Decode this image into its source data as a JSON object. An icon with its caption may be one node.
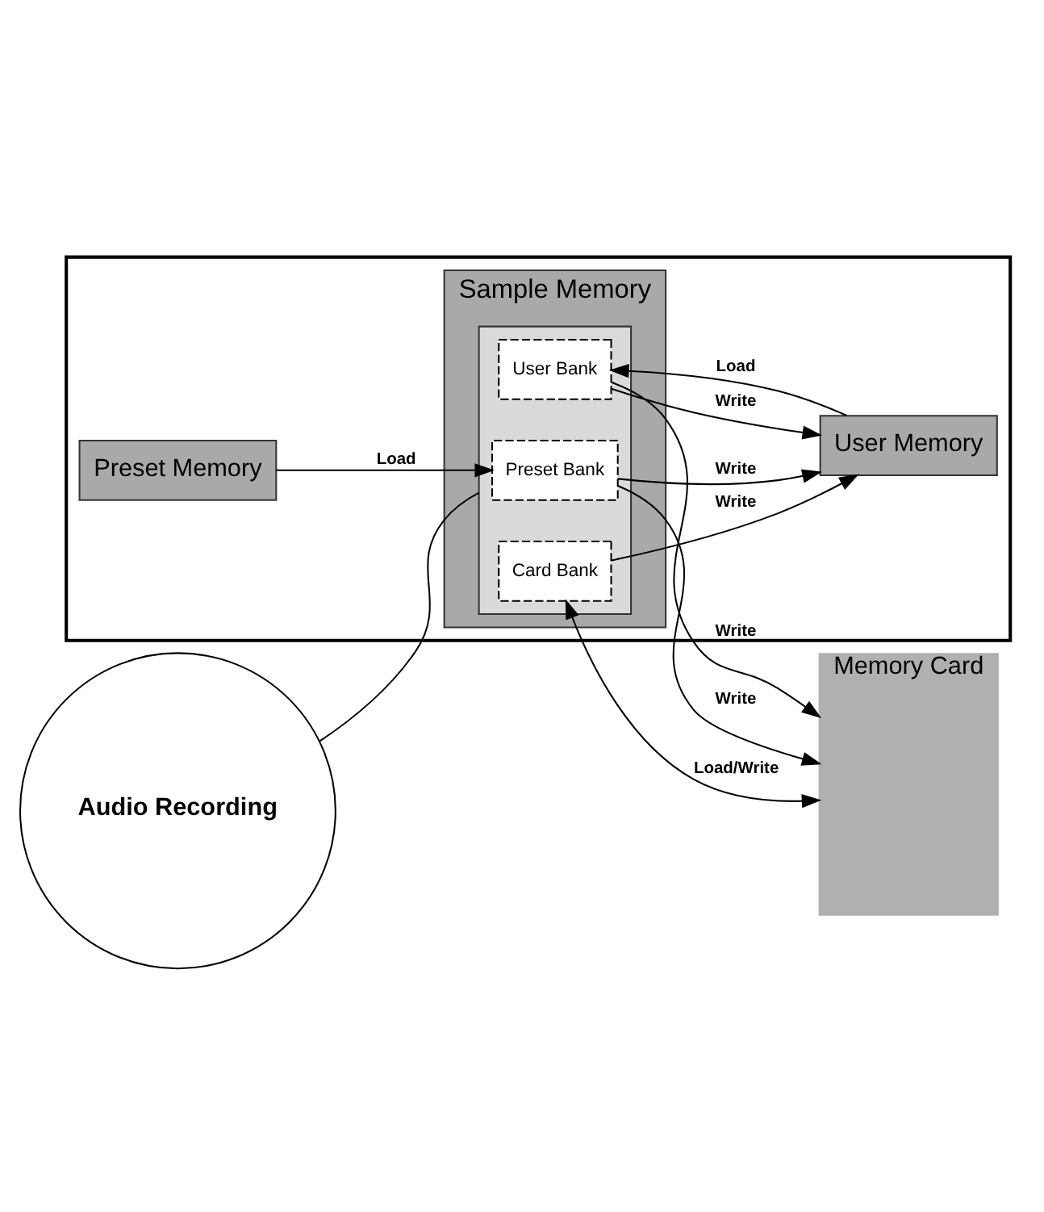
{
  "diagram": {
    "nodes": [
      {
        "text": [],
        "shape": "box"
      },
      {
        "text": [
          "Sample Memory"
        ],
        "in": 0
      },
      {
        "text": [],
        "shape": "box",
        "in": 1
      },
      {
        "text": [
          "Preset Bank"
        ],
        "in": 2
      },
      {
        "text": [
          "User Bank"
        ],
        "in": 2
      },
      {
        "text": [
          "Card Bank"
        ],
        "in": 2
      },
      {
        "text": [
          "Preset Memory"
        ],
        "in": 0
      },
      {
        "text": [
          "User Memory"
        ],
        "in": 0
      },
      {
        "text": [
          "Memory Card"
        ]
      },
      {
        "text": [
          "Audio Recording"
        ]
      }
    ],
    "edges": [
      {
        "from": 6,
        "to": 3,
        "arrow": "to",
        "label": "Load"
      },
      {
        "from": 3,
        "to": 7,
        "arrow": "to",
        "label": "Write"
      },
      {
        "from": 7,
        "to": 4,
        "arrow": "to",
        "label": "Load"
      },
      {
        "from": 4,
        "to": 7,
        "arrow": "to",
        "label": "Write"
      },
      {
        "from": 5,
        "to": 7,
        "arrow": "to",
        "label": "Write"
      },
      {
        "from": 3,
        "to": 8,
        "arrow": "to",
        "label": "Write"
      },
      {
        "from": 4,
        "to": 8,
        "arrow": "to",
        "label": "Write"
      },
      {
        "from": 5,
        "to": 8,
        "arrow": "both",
        "label": "Load/Write"
      },
      {
        "from": 9,
        "to": 2,
        "arrow": "none"
      }
    ]
  }
}
